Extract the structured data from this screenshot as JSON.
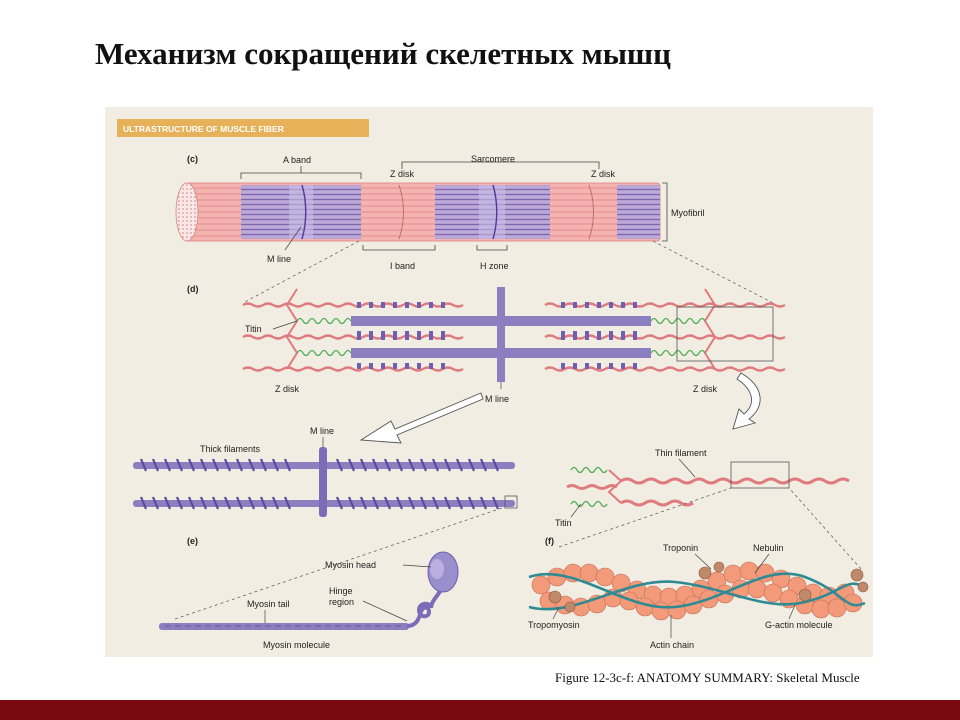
{
  "slide": {
    "title": "Механизм сокращений скелетных мышц",
    "caption": "Figure 12-3c-f: ANATOMY SUMMARY: Skeletal Muscle"
  },
  "figure": {
    "banner": "ULTRASTRUCTURE OF MUSCLE FIBER",
    "colors": {
      "panel": "#f1ede2",
      "banner": "#e7b15a",
      "myofibril": "#f2a7a4",
      "thick": "#8b7fc0",
      "thin": "#e07a7c",
      "titin": "#4fae57",
      "gactin": "#f29a7a",
      "tropomyosin": "#2e8b94",
      "troponin": "#c08a6a",
      "bottom_bar": "#7a0a0e"
    },
    "panel_c": {
      "letter": "(c)",
      "a_band": "A band",
      "sarcomere": "Sarcomere",
      "z_disk_left": "Z disk",
      "z_disk_right": "Z disk",
      "myofibril": "Myofibril",
      "m_line": "M line",
      "i_band": "I band",
      "h_zone": "H zone"
    },
    "panel_d": {
      "letter": "(d)",
      "titin": "Titin",
      "z_disk_left": "Z disk",
      "m_line": "M line",
      "z_disk_right": "Z disk"
    },
    "thick_filaments": {
      "m_line": "M line",
      "label": "Thick filaments"
    },
    "thin_filament": {
      "label": "Thin filament",
      "titin": "Titin"
    },
    "panel_e": {
      "letter": "(e)",
      "myosin_head": "Myosin head",
      "hinge_region": "Hinge\nregion",
      "hinge_line1": "Hinge",
      "hinge_line2": "region",
      "myosin_tail": "Myosin tail",
      "myosin_molecule": "Myosin molecule"
    },
    "panel_f": {
      "letter": "(f)",
      "troponin": "Troponin",
      "nebulin": "Nebulin",
      "tropomyosin": "Tropomyosin",
      "actin_chain": "Actin chain",
      "g_actin": "G-actin molecule"
    }
  }
}
